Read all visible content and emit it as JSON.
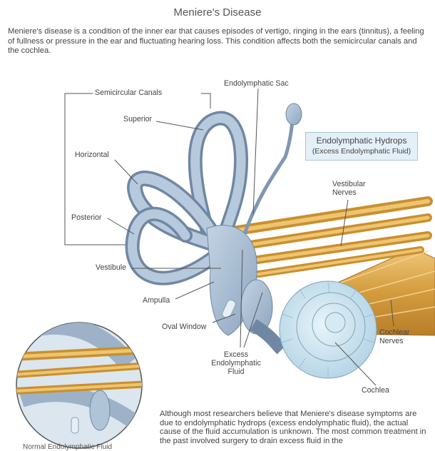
{
  "title": "Meniere's Disease",
  "intro": "Meniere's disease is a condition of the inner ear that causes episodes of vertigo, ringing in the ears (tinnitus), a feeling of fullness or pressure in the ear and fluctuating hearing loss. This condition affects both the semicircular canals and the cochlea.",
  "labels": {
    "semicircular_canals": "Semicircular Canals",
    "endolymphatic_sac": "Endolymphatic Sac",
    "superior": "Superior",
    "horizontal": "Horizontal",
    "posterior": "Posterior",
    "vestibule": "Vestibule",
    "ampulla": "Ampulla",
    "oval_window": "Oval Window",
    "excess_fluid_1": "Excess",
    "excess_fluid_2": "Endolymphatic",
    "excess_fluid_3": "Fluid",
    "vestibular_nerves_1": "Vestibular",
    "vestibular_nerves_2": "Nerves",
    "cochlear_nerves_1": "Cochlear",
    "cochlear_nerves_2": "Nerves",
    "cochlea": "Cochlea"
  },
  "hydrops_box": {
    "line1": "Endolymphatic Hydrops",
    "line2": "(Excess Endolymphatic Fluid)"
  },
  "bottom_text": "Although most researchers believe that Meniere's disease symptoms are due to endolymphatic hydrops (excess endolymphatic fluid), the actual cause of the fluid accumulation is unknown. The most common treatment in the past involved surgery to drain excess fluid in the",
  "caption": "Normal Endolymphatic Fluid",
  "colors": {
    "canal": "#a4b9cf",
    "canal_stroke": "#6f87a3",
    "nerve": "#d9a64b",
    "cochlea": "#c9e2ef"
  }
}
